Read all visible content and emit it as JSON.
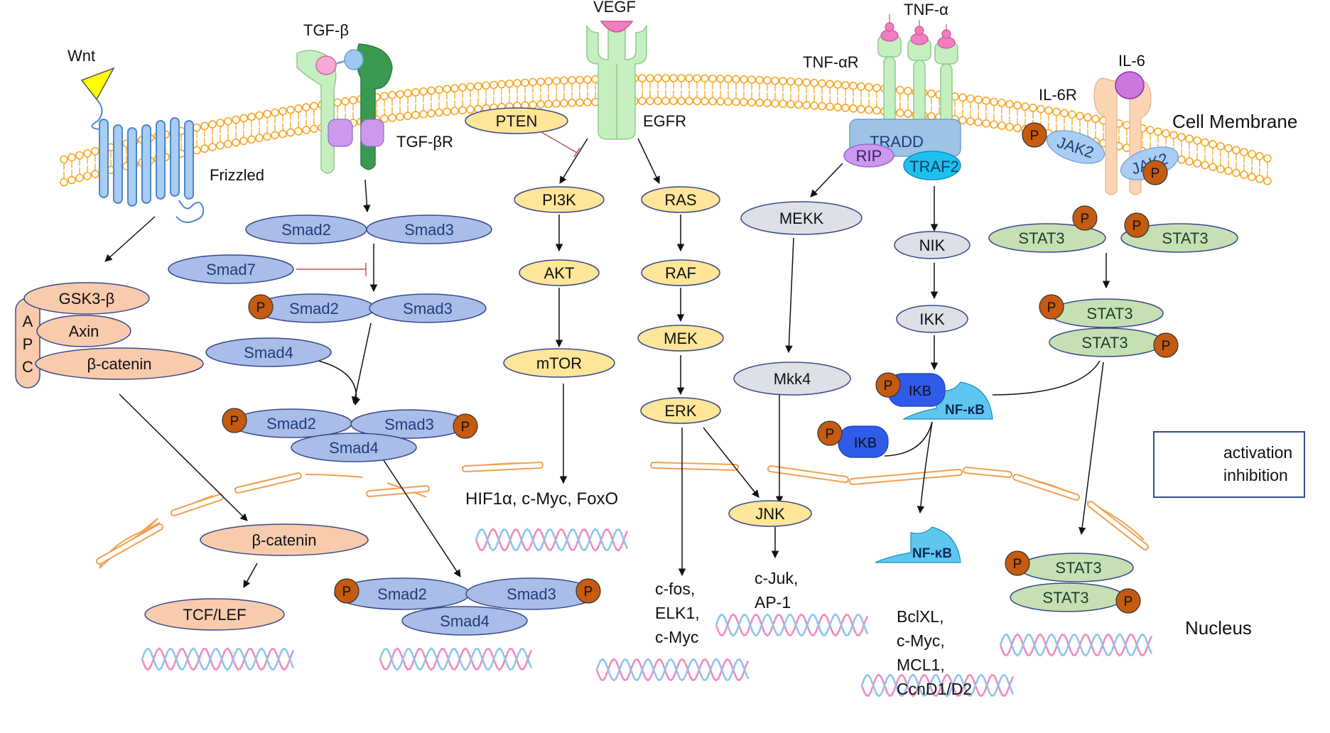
{
  "labels": {
    "wnt": "Wnt",
    "frizzled": "Frizzled",
    "tgfb": "TGF-β",
    "tgfbr": "TGF-βR",
    "vegf": "VEGF",
    "egfr": "EGFR",
    "tnfa": "TNF-α",
    "tnfar": "TNF-αR",
    "il6": "IL-6",
    "il6r": "IL-6R",
    "cell_membrane": "Cell Membrane",
    "nucleus": "Nucleus"
  },
  "nodes": {
    "gsk3b": "GSK3-β",
    "axin": "Axin",
    "bcatenin": "β-catenin",
    "apc_a": "A",
    "apc_p": "P",
    "apc_c": "C",
    "bcatenin_nuc": "β-catenin",
    "tcf_lef": "TCF/LEF",
    "smad2": "Smad2",
    "smad3": "Smad3",
    "smad7": "Smad7",
    "smad4": "Smad4",
    "phospho": "P",
    "pten": "PTEN",
    "pi3k": "PI3K",
    "akt": "AKT",
    "mtor": "mTOR",
    "ras": "RAS",
    "raf": "RAF",
    "mek": "MEK",
    "erk": "ERK",
    "tradd": "TRADD",
    "rip": "RIP",
    "traf2": "TRAF2",
    "mekk": "MEKK",
    "mkk4": "Mkk4",
    "jnk": "JNK",
    "nik": "NIK",
    "ikk": "IKK",
    "ikb": "IKB",
    "nfkb": "NF-κB",
    "jak2": "JAK2",
    "stat3": "STAT3"
  },
  "targets": {
    "hif": "HIF1α, c-Myc, FoxO",
    "fos": [
      "c-fos,",
      "ELK1,",
      "c-Myc"
    ],
    "juk": [
      "c-Juk,",
      "AP-1"
    ],
    "bcl": [
      "BclXL,",
      "c-Myc,",
      "MCL1,",
      "CcnD1/D2"
    ]
  },
  "legend": {
    "activation": "activation",
    "inhibition": "inhibition"
  },
  "colors": {
    "membrane": "#f5a623",
    "wnt_receptor": "#6fa8dc",
    "salmon": "#f8cbad",
    "smad": "#a9bde8",
    "yellow_node": "#ffe699",
    "gray_node": "#dde0e6",
    "green_node": "#c6e0b4",
    "phospho": "#c55a11",
    "ikb": "#2f5be8",
    "nfkb": "#5ec7f0",
    "dna_pink": "#ef8cc0",
    "dna_blue": "#8ec5ee",
    "inhibit_line": "#c0504d"
  }
}
